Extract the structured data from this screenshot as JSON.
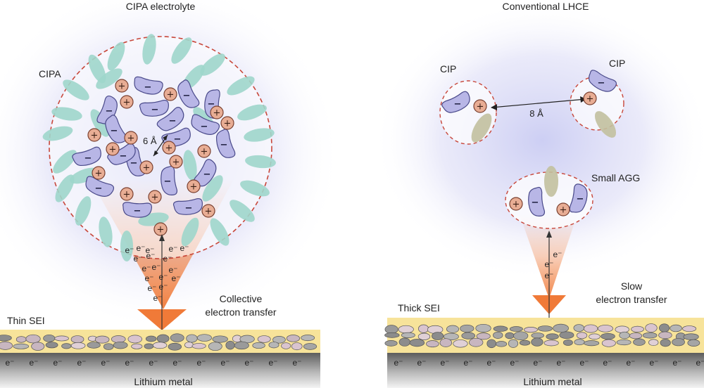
{
  "left_panel": {
    "title": "CIPA electrolyte",
    "cluster_label": "CIPA",
    "distance_label": "6 Å",
    "transfer_label_line1": "Collective",
    "transfer_label_line2": "electron transfer",
    "sei_label": "Thin SEI",
    "metal_label": "Lithium metal"
  },
  "right_panel": {
    "title": "Conventional LHCE",
    "cip_left_label": "CIP",
    "cip_right_label": "CIP",
    "distance_label": "8 Å",
    "agg_label": "Small AGG",
    "transfer_label_line1": "Slow",
    "transfer_label_line2": "electron transfer",
    "sei_label": "Thick SEI",
    "metal_label": "Lithium metal"
  },
  "symbols": {
    "electron": "e⁻",
    "cation": "+",
    "anion": "−"
  },
  "colors": {
    "solvent": "#9fd6cb",
    "diluent": "#c2c09e",
    "anion_fill": "#b8b6e6",
    "anion_stroke": "#4a4a8a",
    "cation_fill": "#e8ad94",
    "cation_stroke": "#7a4030",
    "arrow": "#f07a38",
    "sei": "#f7e39a",
    "metal": "#6d6d6d",
    "cluster_border": "#c8473a"
  }
}
